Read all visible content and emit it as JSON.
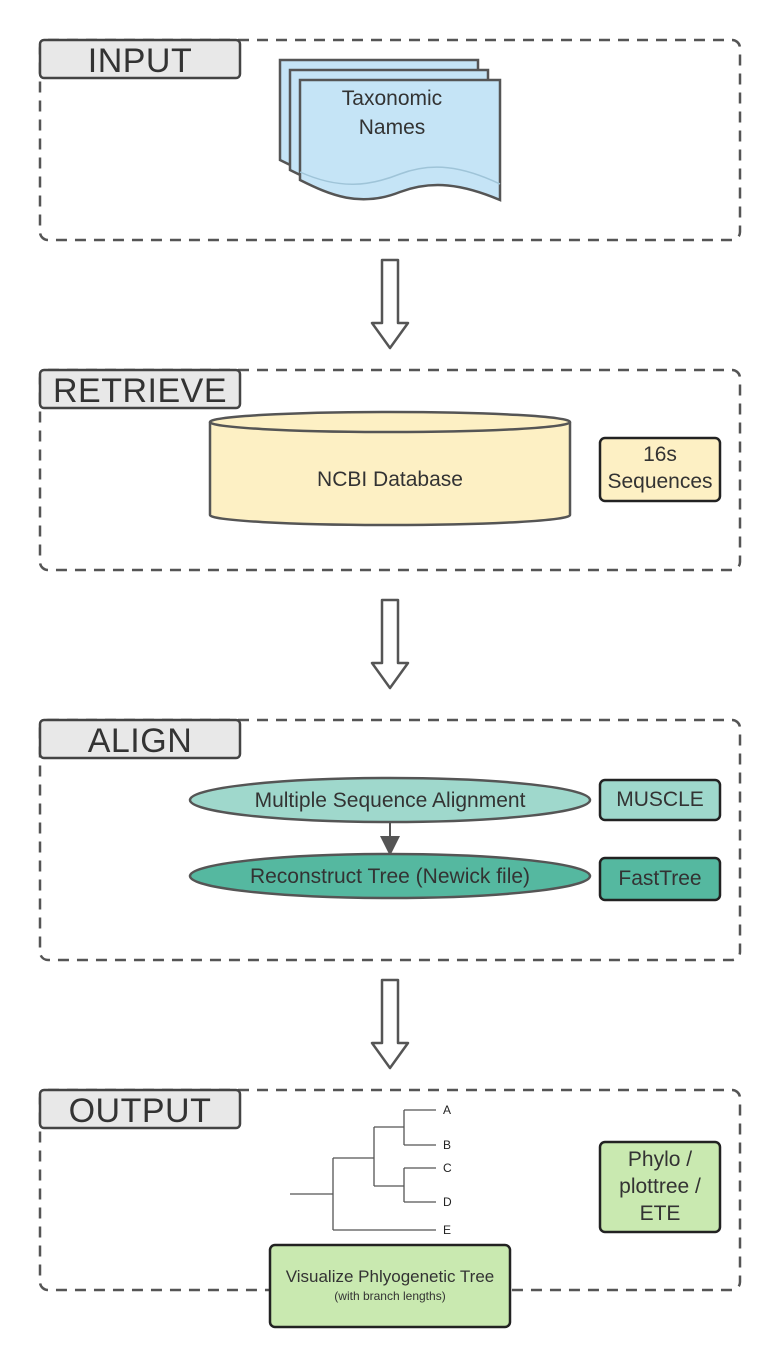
{
  "stages": {
    "input": {
      "label": "INPUT",
      "document_line1": "Taxonomic",
      "document_line2": "Names"
    },
    "retrieve": {
      "label": "RETRIEVE",
      "database": "NCBI Database",
      "tool_line1": "16s",
      "tool_line2": "Sequences"
    },
    "align": {
      "label": "ALIGN",
      "step1": "Multiple Sequence Alignment",
      "step2": "Reconstruct Tree (Newick file)",
      "tool1": "MUSCLE",
      "tool2": "FastTree"
    },
    "output": {
      "label": "OUTPUT",
      "leaves": [
        "A",
        "B",
        "C",
        "D",
        "E"
      ],
      "tool_line1": "Phylo /",
      "tool_line2": "plottree /",
      "tool_line3": "ETE",
      "result_line1": "Visualize Phlyogenetic Tree",
      "result_line2": "(with branch lengths)"
    }
  },
  "colors": {
    "document": "#c5e4f6",
    "database": "#fdf0c4",
    "msa": "#9fd8cc",
    "tree": "#55b8a0",
    "output": "#c9e9b0",
    "label_bg": "#e8e8e8",
    "outline": "#555555"
  }
}
